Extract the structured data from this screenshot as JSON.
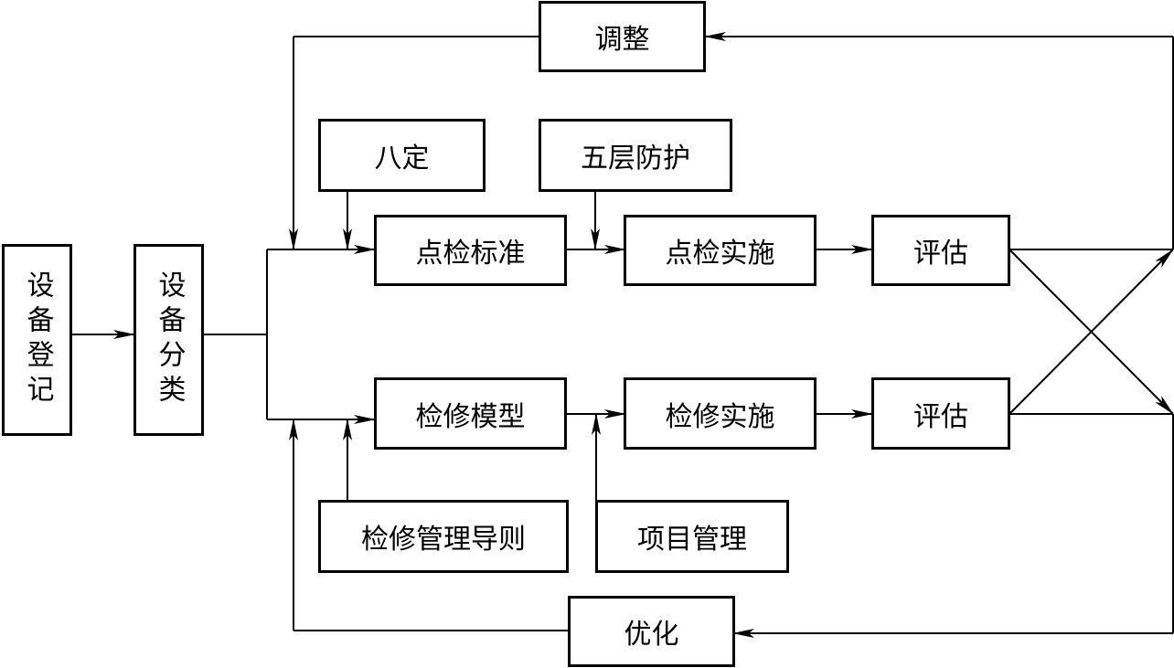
{
  "nodes": {
    "equip_register": "设备登记",
    "equip_classify": "设备分类",
    "adjust": "调整",
    "eight_fix": "八定",
    "five_layer": "五层防护",
    "inspect_standard": "点检标准",
    "inspect_impl": "点检实施",
    "evaluate_top": "评估",
    "repair_model": "检修模型",
    "repair_impl": "检修实施",
    "evaluate_bottom": "评估",
    "repair_guide": "检修管理导则",
    "project_mgmt": "项目管理",
    "optimize": "优化"
  },
  "colors": {
    "line": "#000000",
    "box_fill": "#ffffff"
  }
}
